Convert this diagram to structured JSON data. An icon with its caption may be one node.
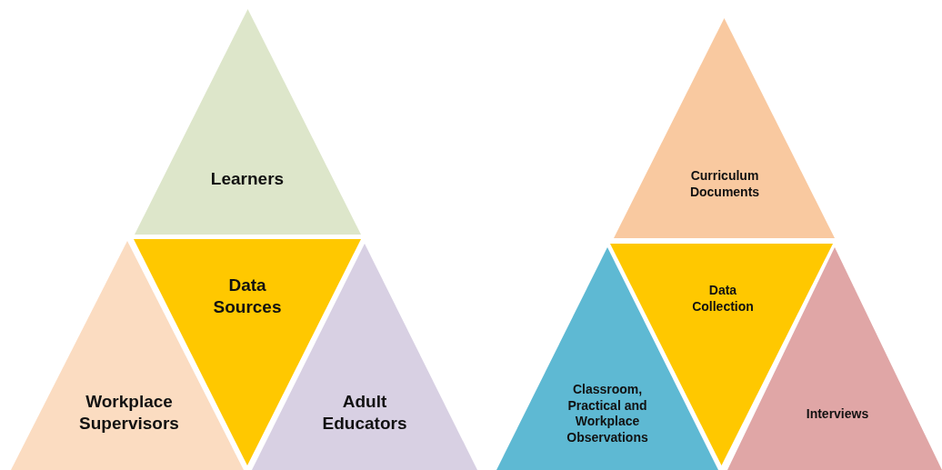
{
  "diagram": {
    "nodes": [
      {
        "text": [
          "Learners"
        ]
      },
      {
        "text": [
          "Data Sources"
        ]
      },
      {
        "text": [
          "Workplace Supervisors"
        ]
      },
      {
        "text": [
          "Adult Educators"
        ]
      },
      {
        "text": [
          "Curriculum Documents"
        ]
      },
      {
        "text": [
          "Data Collection"
        ]
      },
      {
        "text": [
          "Classroom, Practical and Workplace Observations"
        ]
      },
      {
        "text": [
          "Interviews"
        ]
      }
    ]
  }
}
